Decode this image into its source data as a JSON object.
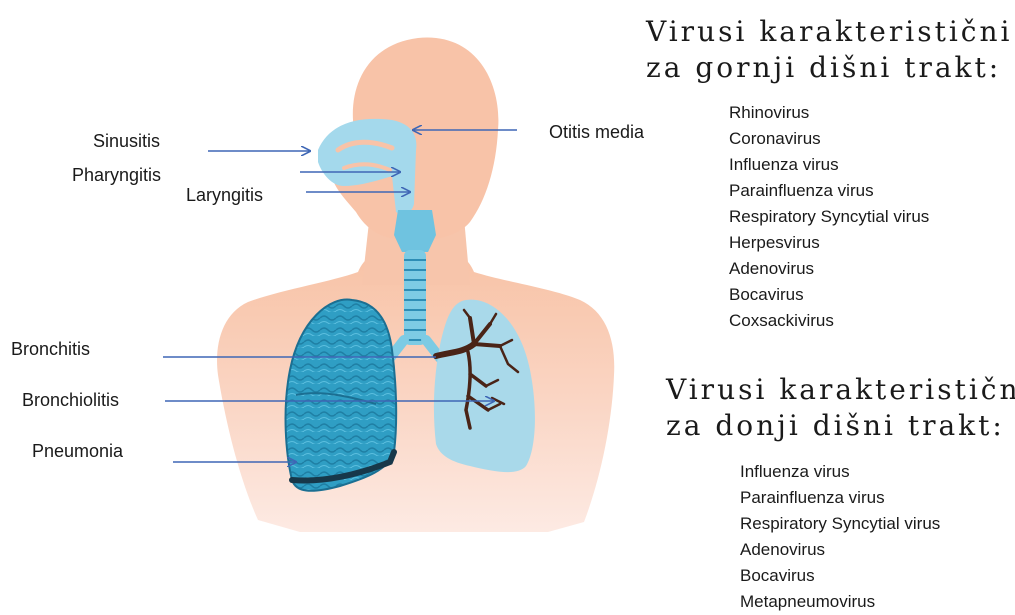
{
  "conditions": {
    "sinusitis": "Sinusitis",
    "pharyngitis": "Pharyngitis",
    "laryngitis": "Laryngitis",
    "otitis_media": "Otitis media",
    "bronchitis": "Bronchitis",
    "bronchiolitis": "Bronchiolitis",
    "pneumonia": "Pneumonia"
  },
  "upper": {
    "heading_line1": "Virusi karakteristični",
    "heading_line2": "za gornji dišni trakt:",
    "viruses": [
      "Rhinovirus",
      "Coronavirus",
      "Influenza virus",
      "Parainfluenza virus",
      "Respiratory Syncytial virus",
      "Herpesvirus",
      "Adenovirus",
      "Bocavirus",
      "Coxsackivirus"
    ]
  },
  "lower": {
    "heading_line1": "Virusi karakteristični",
    "heading_line2": "za donji dišni trakt:",
    "viruses": [
      "Influenza virus",
      "Parainfluenza virus",
      "Respiratory Syncytial virus",
      "Adenovirus",
      "Bocavirus",
      "Metapneumovirus"
    ]
  },
  "colors": {
    "skin_top": "#f8c3a8",
    "skin_bottom": "#fde5dd",
    "airway": "#9fd8ea",
    "lung_diseased": "#2f9ec4",
    "lung_healthy": "#a9d9ea",
    "bronchial_tree": "#4a2417",
    "arrow": "#3f67b5"
  }
}
